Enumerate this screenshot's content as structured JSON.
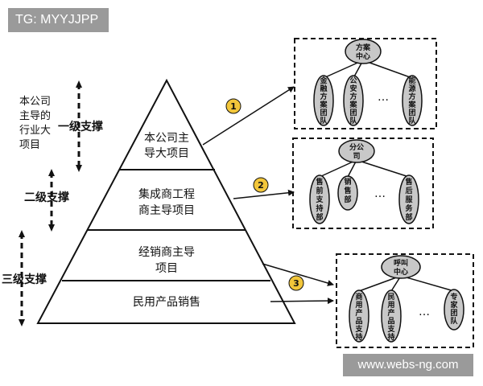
{
  "watermarks": {
    "top_left": "TG: MYYJJPP",
    "bottom_right": "www.webs-ng.com"
  },
  "side_note": [
    "本公司",
    "主导的",
    "行业大",
    "项目"
  ],
  "support_levels": [
    "一级支撑",
    "二级支撑",
    "三级支撑"
  ],
  "pyramid": {
    "tier1": [
      "本公司主",
      "导大项目"
    ],
    "tier2": [
      "集成商工程",
      "商主导项目"
    ],
    "tier3": [
      "经销商主导",
      "项目"
    ],
    "tier4": "民用产品销售"
  },
  "callouts": [
    "1",
    "2",
    "3"
  ],
  "org_groups": [
    {
      "root": [
        "方案",
        "中心"
      ],
      "children": [
        [
          "金",
          "融",
          "方",
          "案",
          "团",
          "队"
        ],
        [
          "公",
          "安",
          "方",
          "案",
          "团",
          "队"
        ],
        [
          "能",
          "源",
          "方",
          "案",
          "团",
          "队"
        ]
      ],
      "ellipsis": "…"
    },
    {
      "root": [
        "分公",
        "司"
      ],
      "children": [
        [
          "售",
          "前",
          "支",
          "持",
          "部"
        ],
        [
          "销",
          "售",
          "部"
        ],
        [
          "售",
          "后",
          "服",
          "务",
          "部"
        ]
      ],
      "ellipsis": "…"
    },
    {
      "root": [
        "呼叫",
        "中心"
      ],
      "children": [
        [
          "商",
          "用",
          "产",
          "品",
          "支",
          "持"
        ],
        [
          "民",
          "用",
          "产",
          "品",
          "支",
          "持"
        ],
        [
          "专",
          "家",
          "团",
          "队"
        ]
      ],
      "ellipsis": "…"
    }
  ],
  "colors": {
    "callout_fill": "#f2c63a",
    "node_fill": "#c8c8c8",
    "watermark_bg": "#9a9a9a"
  }
}
